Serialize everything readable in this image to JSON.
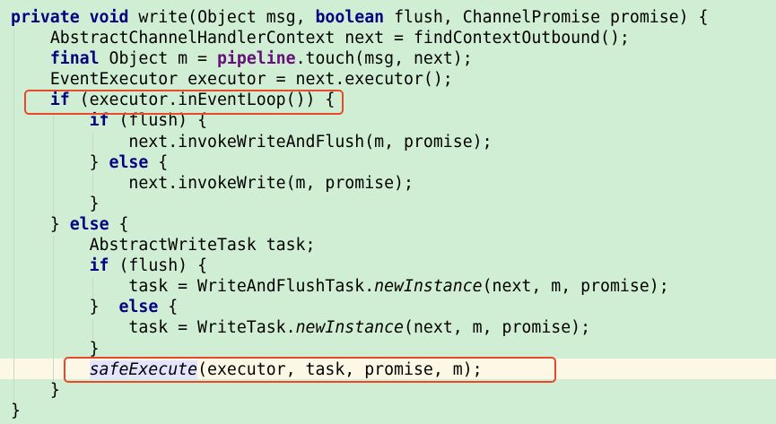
{
  "editor": {
    "language": "java",
    "background_color": "#d0eed3",
    "current_line_color": "#fdf8e6",
    "keyword_color": "#000080",
    "field_color": "#660e7a",
    "callout_color": "#e8492b",
    "lines": [
      {
        "indent": "",
        "tokens": [
          {
            "t": "private",
            "c": "kw"
          },
          {
            "t": " "
          },
          {
            "t": "void",
            "c": "kw"
          },
          {
            "t": " write(Object msg, "
          },
          {
            "t": "boolean",
            "c": "kw"
          },
          {
            "t": " flush, ChannelPromise promise) {"
          }
        ]
      },
      {
        "indent": "    ",
        "tokens": [
          {
            "t": "AbstractChannelHandlerContext next = findContextOutbound();"
          }
        ]
      },
      {
        "indent": "    ",
        "tokens": [
          {
            "t": "final",
            "c": "kw"
          },
          {
            "t": " Object m = "
          },
          {
            "t": "pipeline",
            "c": "field"
          },
          {
            "t": ".touch(msg, next);"
          }
        ]
      },
      {
        "indent": "    ",
        "tokens": [
          {
            "t": "EventExecutor executor = next.executor();"
          }
        ]
      },
      {
        "indent": "    ",
        "tokens": [
          {
            "t": "if",
            "c": "kw"
          },
          {
            "t": " (executor.inEventLoop()) {"
          }
        ]
      },
      {
        "indent": "        ",
        "tokens": [
          {
            "t": "if",
            "c": "kw"
          },
          {
            "t": " (flush) {"
          }
        ]
      },
      {
        "indent": "            ",
        "tokens": [
          {
            "t": "next.invokeWriteAndFlush(m, promise);"
          }
        ]
      },
      {
        "indent": "        ",
        "tokens": [
          {
            "t": "} "
          },
          {
            "t": "else",
            "c": "kw"
          },
          {
            "t": " {"
          }
        ]
      },
      {
        "indent": "            ",
        "tokens": [
          {
            "t": "next.invokeWrite(m, promise);"
          }
        ]
      },
      {
        "indent": "        ",
        "tokens": [
          {
            "t": "}"
          }
        ]
      },
      {
        "indent": "    ",
        "tokens": [
          {
            "t": "} "
          },
          {
            "t": "else",
            "c": "kw"
          },
          {
            "t": " {"
          }
        ]
      },
      {
        "indent": "        ",
        "tokens": [
          {
            "t": "AbstractWriteTask task;"
          }
        ]
      },
      {
        "indent": "        ",
        "tokens": [
          {
            "t": "if",
            "c": "kw"
          },
          {
            "t": " (flush) {"
          }
        ]
      },
      {
        "indent": "            ",
        "tokens": [
          {
            "t": "task = WriteAndFlushTask."
          },
          {
            "t": "newInstance",
            "c": "static-call"
          },
          {
            "t": "(next, m, promise);"
          }
        ]
      },
      {
        "indent": "        ",
        "tokens": [
          {
            "t": "}  "
          },
          {
            "t": "else",
            "c": "kw"
          },
          {
            "t": " {"
          }
        ]
      },
      {
        "indent": "            ",
        "tokens": [
          {
            "t": "task = WriteTask."
          },
          {
            "t": "newInstance",
            "c": "static-call"
          },
          {
            "t": "(next, m, promise);"
          }
        ]
      },
      {
        "indent": "        ",
        "tokens": [
          {
            "t": "}"
          }
        ]
      },
      {
        "indent": "        ",
        "tokens": [
          {
            "t": "safeExecute",
            "c": "static-call usage-hl"
          },
          {
            "t": "(executor, task, promise, m);"
          }
        ]
      },
      {
        "indent": "    ",
        "tokens": [
          {
            "t": "}"
          }
        ]
      },
      {
        "indent": "",
        "tokens": [
          {
            "t": "}"
          }
        ]
      }
    ],
    "highlighted_line_index": 17,
    "callouts": [
      {
        "label": "if-in-event-loop-callout",
        "line": 4,
        "text": "if (executor.inEventLoop()) {"
      },
      {
        "label": "safe-execute-callout",
        "line": 17,
        "text": "safeExecute(executor, task, promise, m);"
      }
    ]
  }
}
